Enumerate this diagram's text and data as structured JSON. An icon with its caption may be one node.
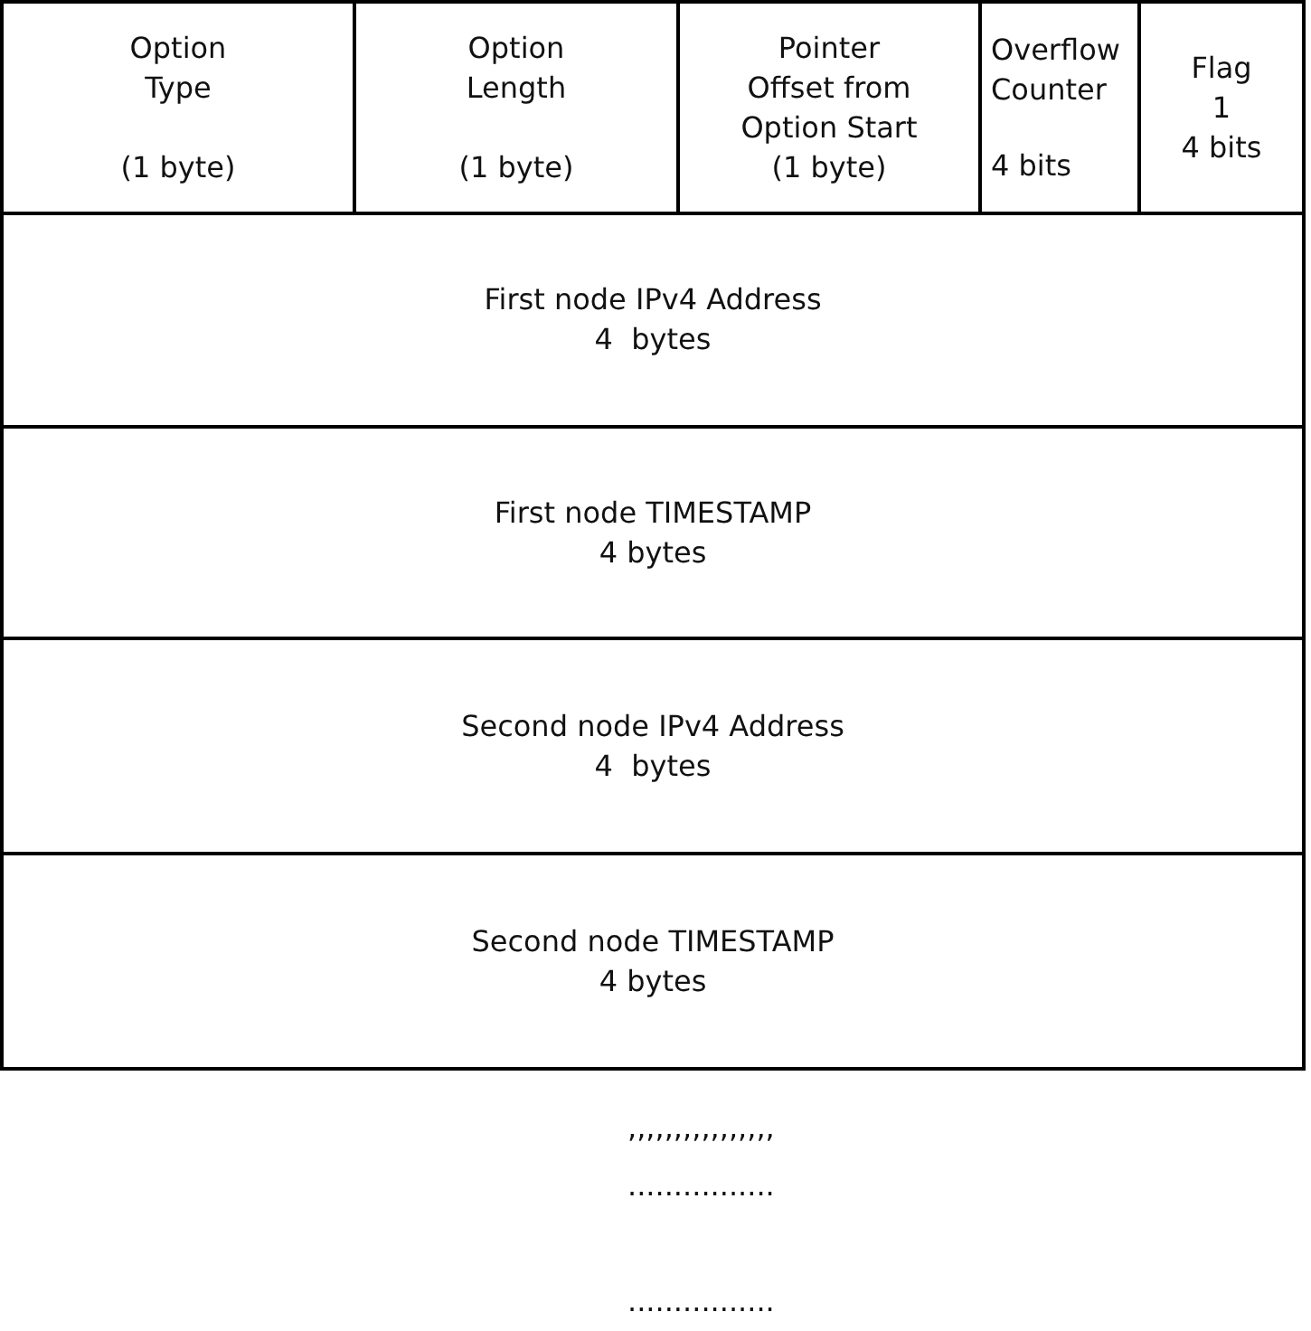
{
  "diagram": {
    "nodes": [
      {
        "text": [
          "Option Type",
          "(1 byte)"
        ]
      },
      {
        "text": [
          "Option Length",
          "(1 byte)"
        ]
      },
      {
        "text": [
          "Pointer Offset from Option Start",
          "(1 byte)"
        ]
      },
      {
        "text": [
          "Overflow Counter",
          "4 bits"
        ]
      },
      {
        "text": [
          "Flag",
          "1",
          "4 bits"
        ]
      },
      {
        "text": [
          "First node IPv4 Address",
          "4  bytes"
        ]
      },
      {
        "text": [
          "First node TIMESTAMP",
          "4 bytes"
        ]
      },
      {
        "text": [
          "Second node IPv4 Address",
          "4  bytes"
        ]
      },
      {
        "text": [
          "Second node TIMESTAMP",
          "4 bytes"
        ]
      }
    ],
    "labels": [
      ",,,,,,,,,,,,,,,,",
      "................",
      "................"
    ]
  }
}
